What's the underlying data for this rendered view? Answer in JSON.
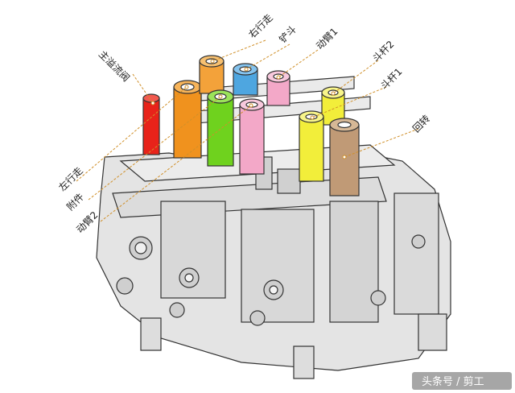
{
  "labels": {
    "main_relief": "主溢流阀",
    "left_travel": "左行走",
    "attachment": "附件",
    "boom2": "动臂2",
    "right_travel": "右行走",
    "bucket": "铲斗",
    "boom1": "动臂1",
    "arm2": "斗杆2",
    "arm1": "斗杆1",
    "swing": "回转"
  },
  "watermark": "头条号 / 剪工",
  "colors": {
    "main_relief": "#e8231a",
    "left_travel": "#f0921e",
    "attachment": "#6fd21e",
    "boom2": "#f3a8c8",
    "right_travel": "#f3a23a",
    "bucket": "#4ea6e0",
    "boom1": "#f3a8c8",
    "arm2": "#f2ee3a",
    "arm1": "#f2ee3a",
    "swing": "#c09a76",
    "leader": "#d0902a",
    "body": "#e4e4e4"
  }
}
